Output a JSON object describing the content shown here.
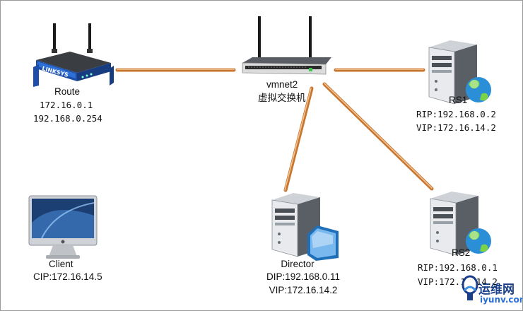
{
  "nodes": {
    "route": {
      "name": "Route",
      "lines": [
        "172.16.0.1",
        "192.168.0.254"
      ]
    },
    "switch": {
      "name": "vmnet2",
      "subtitle": "虚拟交换机"
    },
    "rs1": {
      "name": "RS1",
      "lines": [
        "RIP:192.168.0.2",
        "VIP:172.16.14.2"
      ]
    },
    "rs2": {
      "name": "RS2",
      "lines": [
        "RIP:192.168.0.1",
        "VIP:172.16.14.2"
      ]
    },
    "director": {
      "name": "Director",
      "lines": [
        "DIP:192.168.0.11",
        "VIP:172.16.14.2"
      ]
    },
    "client": {
      "name": "Client",
      "lines": [
        "CIP:172.16.14.5"
      ]
    }
  },
  "router_brand": "LINKSYS",
  "watermark": {
    "text": "运维网",
    "url": "iyunv.com"
  },
  "colors": {
    "link": "#c8752e",
    "link_highlight": "#f3c79a",
    "globe": "#2a8fd6",
    "server": "#5a5f66"
  }
}
